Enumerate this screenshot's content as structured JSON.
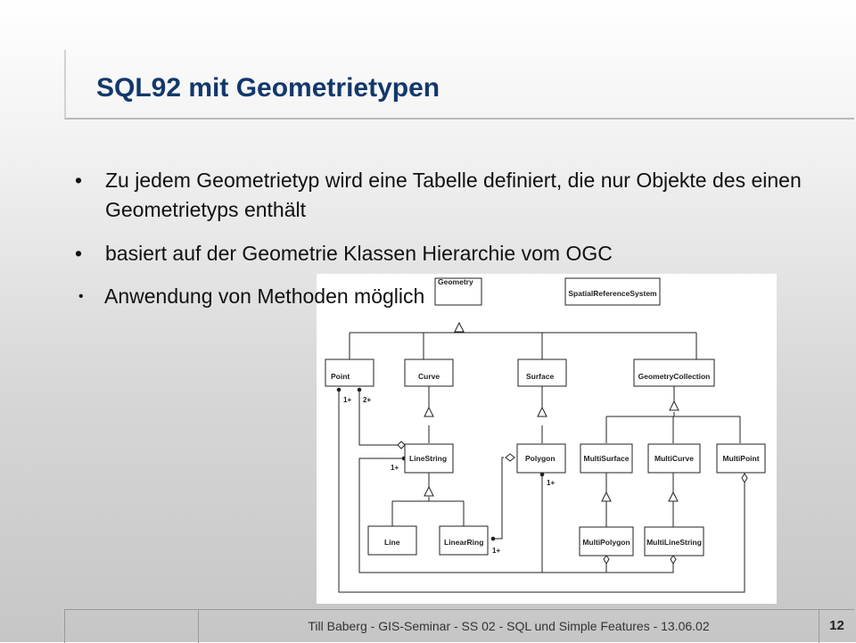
{
  "slide": {
    "title": "SQL92 mit Geometrietypen",
    "bullets": [
      "Zu jedem Geometrietyp wird eine Tabelle definiert, die nur Objekte des einen Geometrietyps enthält",
      "basiert auf der Geometrie Klassen Hierarchie vom OGC",
      "Anwendung von Methoden möglich"
    ],
    "bullet_glyph": "•"
  },
  "diagram": {
    "classes": {
      "geometry": "Geometry",
      "srs": "SpatialReferenceSystem",
      "point": "Point",
      "curve": "Curve",
      "surface": "Surface",
      "geometry_collection": "GeometryCollection",
      "linestring": "LineString",
      "polygon": "Polygon",
      "multisurface": "MultiSurface",
      "multicurve": "MultiCurve",
      "multipoint": "MultiPoint",
      "line": "Line",
      "linearring": "LinearRing",
      "multipolygon": "MultiPolygon",
      "multilinestring": "MultiLineString"
    },
    "multiplicities": {
      "point_a": "1+",
      "point_b": "2+",
      "linestring": "1+",
      "polygon": "1+",
      "linearring": "1+"
    }
  },
  "footer": {
    "text": "Till Baberg  -  GIS-Seminar  -  SS 02  -  SQL und Simple Features  -  13.06.02",
    "page": "12"
  }
}
